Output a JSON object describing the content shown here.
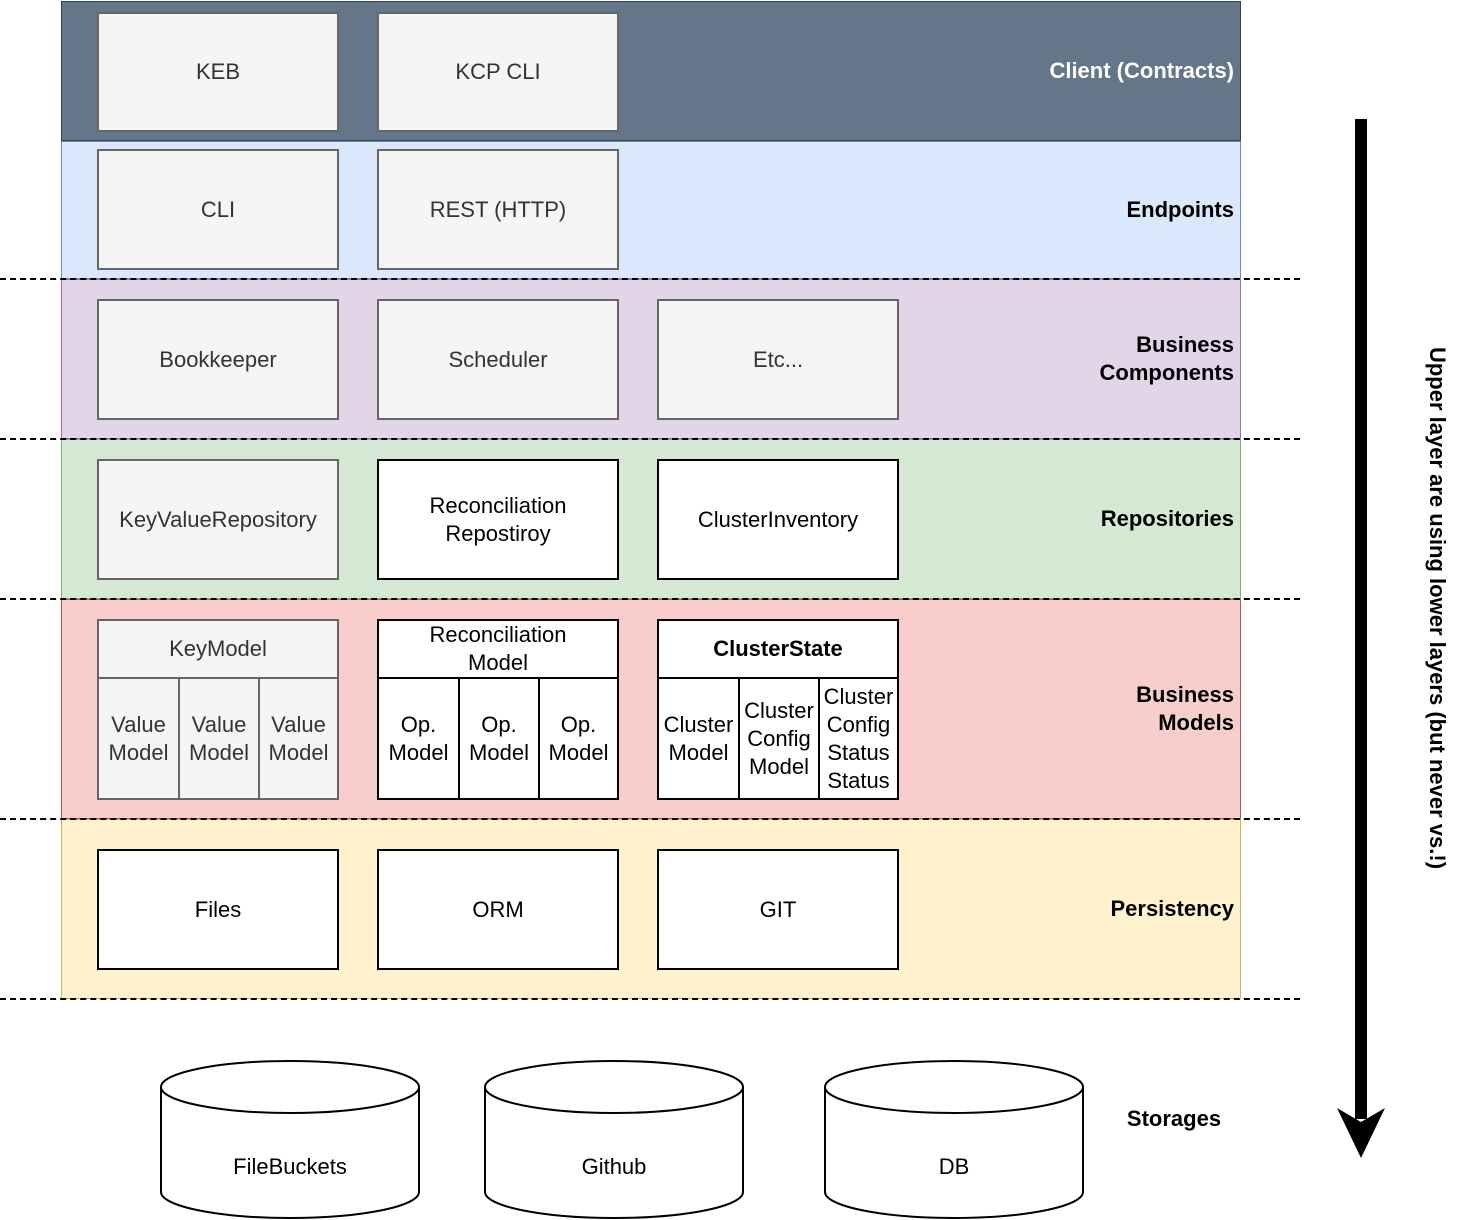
{
  "layers": [
    {
      "id": "client",
      "label": "Client (Contracts)",
      "fill": "#647687",
      "stroke": "#314354",
      "label_color": "#ffffff",
      "boxes": [
        "KEB",
        "KCP CLI"
      ]
    },
    {
      "id": "endpoints",
      "label": "Endpoints",
      "fill": "#dae8fc",
      "stroke": "#6c8ebf",
      "label_color": "#000000",
      "boxes": [
        "CLI",
        "REST (HTTP)"
      ]
    },
    {
      "id": "business-components",
      "label": "Business Components",
      "fill": "#e1d5e7",
      "stroke": "#9673a6",
      "label_color": "#000000",
      "boxes": [
        "Bookkeeper",
        "Scheduler",
        "Etc..."
      ]
    },
    {
      "id": "repositories",
      "label": "Repositories",
      "fill": "#d5e8d4",
      "stroke": "#82b366",
      "label_color": "#000000",
      "boxes": [
        "KeyValueRepository",
        "Reconciliation Repostiroy",
        "ClusterInventory"
      ]
    },
    {
      "id": "business-models",
      "label": "Business Models",
      "fill": "#f8cecc",
      "stroke": "#b85450",
      "label_color": "#000000",
      "models": [
        {
          "title": "KeyModel",
          "parts": [
            "Value Model",
            "Value Model",
            "Value Model"
          ]
        },
        {
          "title": "Reconciliation Model",
          "parts": [
            "Op. Model",
            "Op. Model",
            "Op. Model"
          ]
        },
        {
          "title": "ClusterState",
          "parts": [
            "Cluster Model",
            "Cluster Config Model",
            "Cluster Config Status Status"
          ]
        }
      ]
    },
    {
      "id": "persistency",
      "label": "Persistency",
      "fill": "#fff2cc",
      "stroke": "#d6b656",
      "label_color": "#000000",
      "boxes": [
        "Files",
        "ORM",
        "GIT"
      ]
    }
  ],
  "storages": {
    "label": "Storages",
    "items": [
      "FileBuckets",
      "Github",
      "DB"
    ]
  },
  "direction_note": "Upper layer are using lower layers (but never vs.!)"
}
